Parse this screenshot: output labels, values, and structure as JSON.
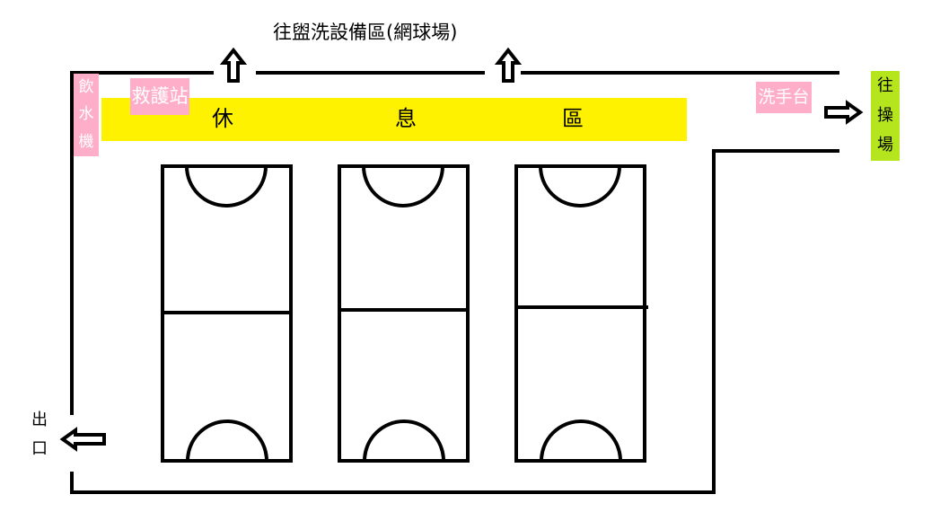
{
  "title": "往盥洗設備區(網球場)",
  "rest_area": {
    "chars": [
      "休",
      "息",
      "區"
    ]
  },
  "first_aid": "救護站",
  "water_fountain": {
    "chars": [
      "飲",
      "水",
      "機"
    ]
  },
  "sink": "洗手台",
  "to_playground": {
    "chars": [
      "往",
      "操",
      "場"
    ]
  },
  "exit": {
    "chars": [
      "出",
      "口"
    ]
  },
  "colors": {
    "rest_area": "#fff200",
    "pink_label": "#ffaec9",
    "green_label": "#b5e61d",
    "wall": "#000000"
  }
}
